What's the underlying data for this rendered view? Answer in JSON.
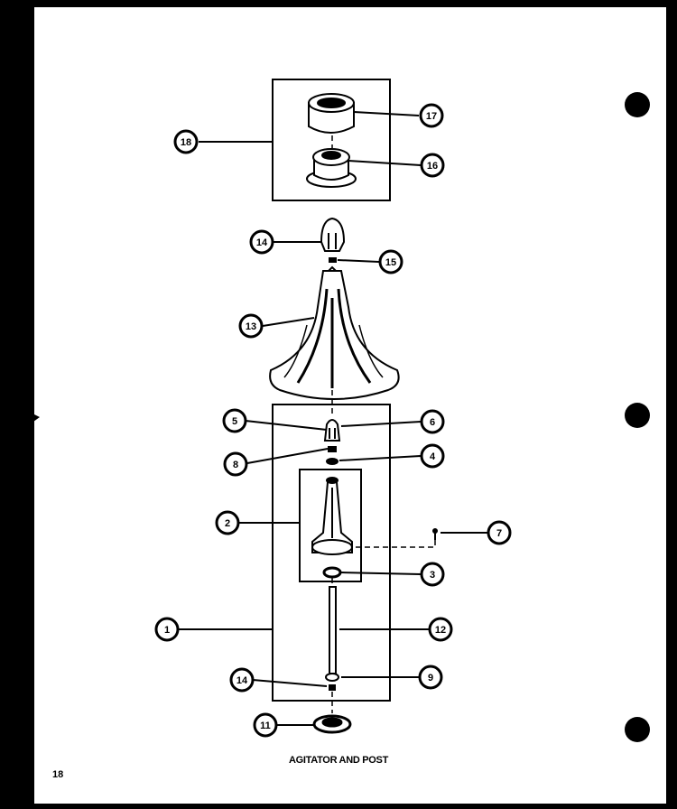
{
  "caption": "AGITATOR AND POST",
  "page_number": "18",
  "callouts": {
    "c18": "18",
    "c17": "17",
    "c16": "16",
    "c14a": "14",
    "c15": "15",
    "c13": "13",
    "c5": "5",
    "c6": "6",
    "c8": "8",
    "c4": "4",
    "c2": "2",
    "c7": "7",
    "c3": "3",
    "c1": "1",
    "c12": "12",
    "c14b": "14",
    "c9": "9",
    "c11": "11"
  },
  "colors": {
    "ink": "#000000",
    "paper": "#ffffff"
  }
}
